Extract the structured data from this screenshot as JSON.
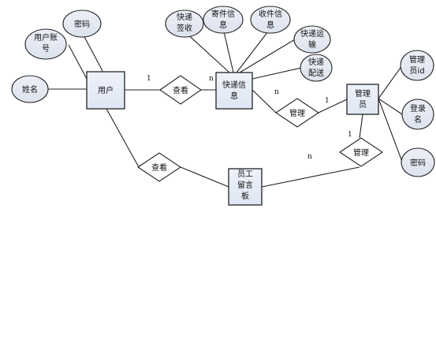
{
  "entities": {
    "user": "用户",
    "delivery": [
      "快递信",
      "息"
    ],
    "admin": [
      "管理",
      "员"
    ],
    "board": [
      "员工",
      "留言",
      "板"
    ]
  },
  "attributes": {
    "password_user": "密码",
    "user_account": [
      "用户账",
      "号"
    ],
    "name": "姓名",
    "sign": [
      "快递",
      "签收"
    ],
    "sender": [
      "寄件信",
      "息"
    ],
    "receiver": [
      "收件信",
      "息"
    ],
    "transport": [
      "快递运",
      "输"
    ],
    "dispatch": [
      "快递",
      "配送"
    ],
    "admin_id": [
      "管理",
      "员id"
    ],
    "login_name": [
      "登录",
      "名"
    ],
    "password_admin": "密码"
  },
  "relationships": {
    "view_delivery": "查看",
    "manage_delivery": "管理",
    "manage_board": "管理",
    "view_board": "查看"
  },
  "cardinalities": {
    "user_view": "1",
    "view_delivery": "n",
    "delivery_manage": "n",
    "manage_admin": "1",
    "admin_manage_board": "1",
    "manage_board": "n"
  }
}
